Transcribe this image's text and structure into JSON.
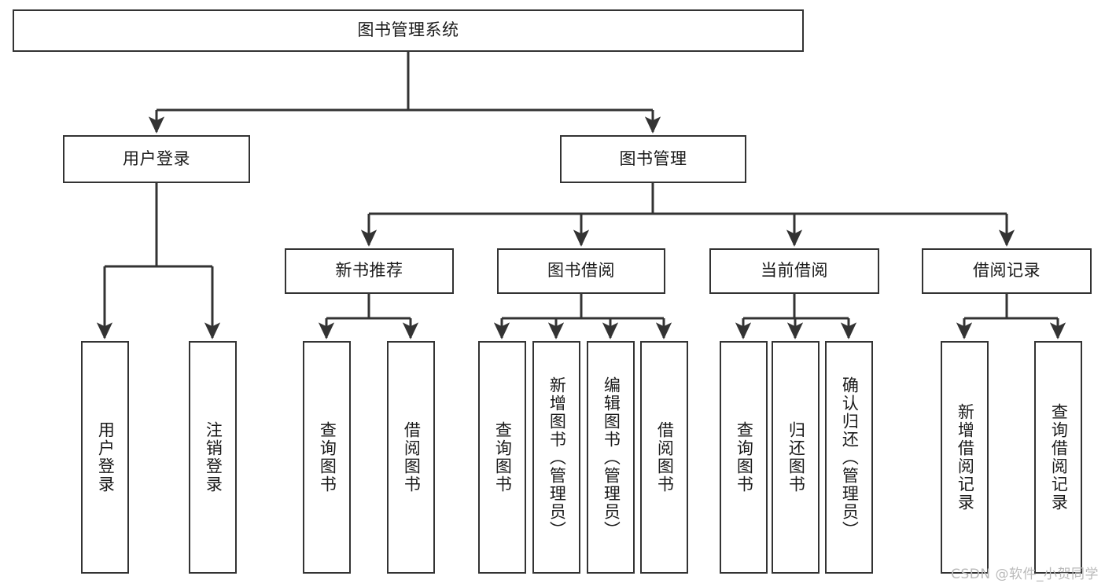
{
  "diagram": {
    "title": "图书管理系统",
    "type": "tree-hierarchy-diagram",
    "style": {
      "box_border": "#333333",
      "box_fill": "#ffffff",
      "edge_color": "#333333",
      "background": "#ffffff"
    },
    "root": {
      "label": "图书管理系统"
    },
    "level2": [
      {
        "label": "用户登录"
      },
      {
        "label": "图书管理"
      }
    ],
    "level3": [
      {
        "label": "新书推荐"
      },
      {
        "label": "图书借阅"
      },
      {
        "label": "当前借阅"
      },
      {
        "label": "借阅记录"
      }
    ],
    "leaves": {
      "user_login": [
        {
          "label": "用户登录"
        },
        {
          "label": "注销登录"
        }
      ],
      "new_book_recommend": [
        {
          "label": "查询图书"
        },
        {
          "label": "借阅图书"
        }
      ],
      "book_borrow": [
        {
          "label": "查询图书"
        },
        {
          "label": "新增图书（管理员）"
        },
        {
          "label": "编辑图书（管理员）"
        },
        {
          "label": "借阅图书"
        }
      ],
      "current_borrow": [
        {
          "label": "查询图书"
        },
        {
          "label": "归还图书"
        },
        {
          "label": "确认归还（管理员）"
        }
      ],
      "borrow_record": [
        {
          "label": "新增借阅记录"
        },
        {
          "label": "查询借阅记录"
        }
      ]
    }
  },
  "watermark": {
    "text": "CSDN @软件_小贺同学"
  }
}
